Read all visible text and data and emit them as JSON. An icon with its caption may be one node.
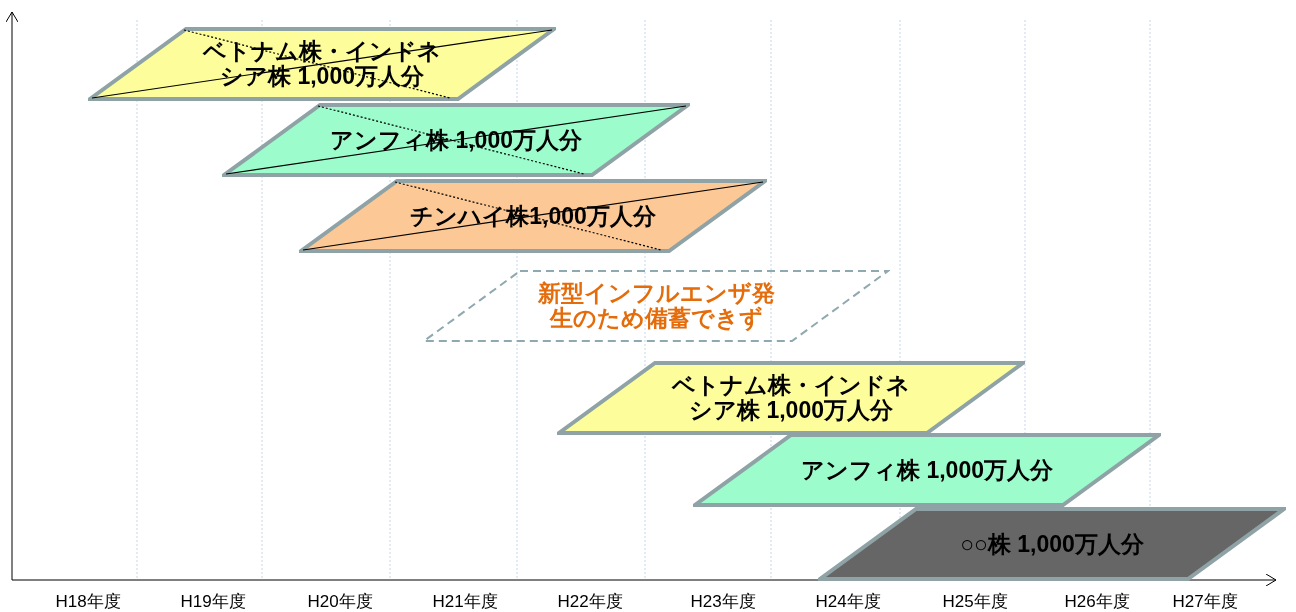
{
  "diagram": {
    "nodes": [
      {
        "text": [
          "ベトナム株・インドネシア株 1,000万人分"
        ]
      },
      {
        "text": [
          "アンフィ株 1,000万人分"
        ]
      },
      {
        "text": [
          "チンハイ株1,000万人分"
        ]
      },
      {
        "text": [
          "新型インフルエンザ発生のため備蓄できず"
        ]
      },
      {
        "text": [
          "ベトナム株・インドネシア株 1,000万人分"
        ]
      },
      {
        "text": [
          "アンフィ株 1,000万人分"
        ]
      },
      {
        "text": [
          "○○株 1,000万人分"
        ]
      }
    ],
    "edges": [],
    "labels": [
      "H18年度",
      "H19年度",
      "H20年度",
      "H21年度",
      "H22年度",
      "H23年度",
      "H24年度",
      "H25年度",
      "H26年度",
      "H27年度"
    ]
  }
}
